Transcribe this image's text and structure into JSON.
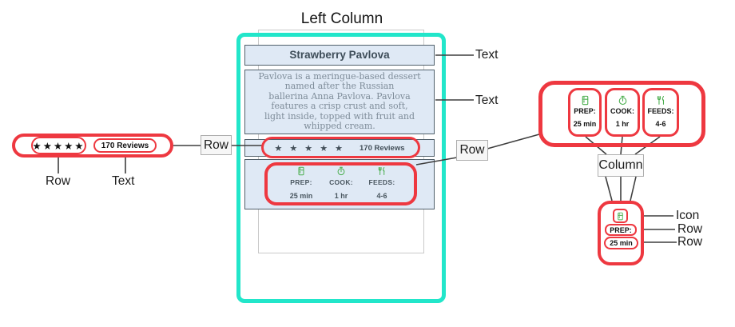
{
  "diagram": {
    "heading": "Left Column",
    "card": {
      "title": "Strawberry Pavlova",
      "description": "Pavlova is a meringue-based dessert\nnamed after the Russian\nballerina Anna Pavlova. Pavlova\nfeatures a crisp crust and soft,\nlight inside, topped with fruit and\nwhipped cream.",
      "rating": {
        "stars": "★ ★ ★ ★ ★",
        "reviews": "170 Reviews"
      },
      "info_items": [
        {
          "icon": "kitchen-icon",
          "label": "PREP:",
          "value": "25 min"
        },
        {
          "icon": "timer-icon",
          "label": "COOK:",
          "value": "1 hr"
        },
        {
          "icon": "restaurant-icon",
          "label": "FEEDS:",
          "value": "4-6"
        }
      ]
    },
    "annotations": {
      "title_label": "Text",
      "description_label": "Text"
    },
    "rating_zoom": {
      "stars": "★★★★★",
      "reviews": "170 Reviews",
      "row_label": "Row",
      "text_label": "Text",
      "link_label": "Row"
    },
    "info_zoom": {
      "link_label": "Row",
      "column_label": "Column",
      "items": [
        {
          "icon": "kitchen-icon",
          "label": "PREP:",
          "value": "25 min"
        },
        {
          "icon": "timer-icon",
          "label": "COOK:",
          "value": "1 hr"
        },
        {
          "icon": "restaurant-icon",
          "label": "FEEDS:",
          "value": "4-6"
        }
      ],
      "single_item": {
        "icon": "kitchen-icon",
        "label": "PREP:",
        "value": "25 min",
        "icon_label": "Icon",
        "label_row_label": "Row",
        "value_row_label": "Row"
      }
    },
    "colors": {
      "accent_cyan": "#22e6ca",
      "accent_red": "#ee3840",
      "panel_blue": "#dfe9f5",
      "icon_green": "#4caf50"
    }
  }
}
